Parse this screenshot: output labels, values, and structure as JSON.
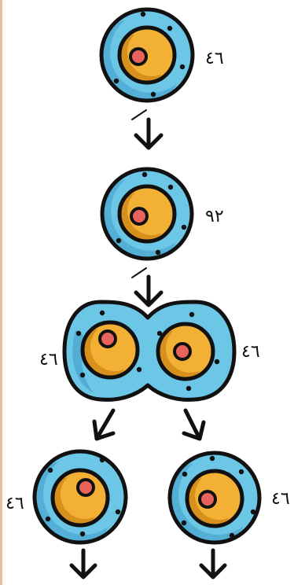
{
  "diagram": {
    "stages": [
      {
        "stage": "cell",
        "chromosome_count": "٤٦"
      },
      {
        "stage": "duplicated-cell",
        "chromosome_count": "٩٢"
      },
      {
        "stage": "dividing-cell",
        "left_count": "٤٦",
        "right_count": "٤٦"
      },
      {
        "stage": "daughter-cells",
        "left_count": "٤٦",
        "right_count": "٤٦"
      }
    ],
    "colors": {
      "membrane": "#6cc6e6",
      "membrane_shade": "#3f9dc9",
      "nucleus": "#f2b134",
      "nucleus_shade": "#d8901c",
      "nucleolus": "#e8635b",
      "outline": "#111111",
      "page_edge": "#e3bf9a"
    }
  }
}
